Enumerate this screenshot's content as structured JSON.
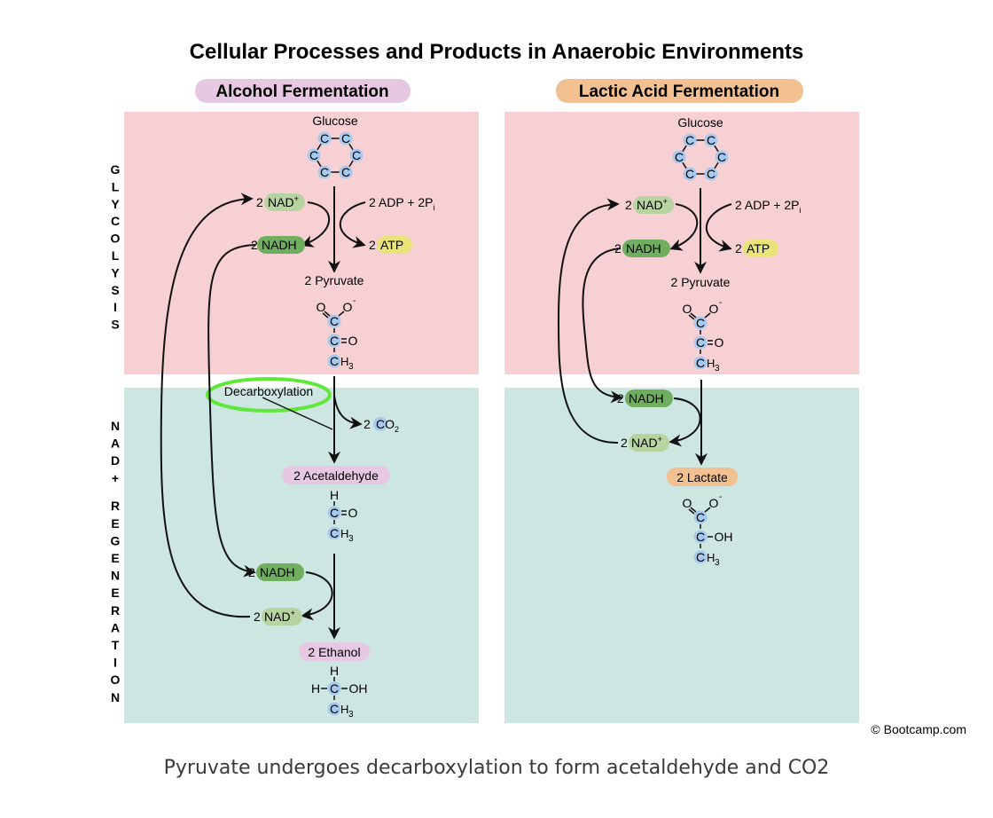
{
  "title": "Cellular Processes and Products in Anaerobic Environments",
  "caption": "Pyruvate undergoes decarboxylation to form acetaldehyde and CO2",
  "copyright": "© Bootcamp.com",
  "colors": {
    "glycolysis_bg": "#f6d0d3",
    "regeneration_bg": "#cde6e1",
    "carbon": "#a8c9ef",
    "nad_plus": "#b7d3a0",
    "nadh": "#6fae5f",
    "atp": "#e8e47a",
    "pink_label": "#e6c8e2",
    "orange_label": "#f3c191",
    "highlight_ring": "#5fe83a"
  },
  "side_labels": {
    "glycolysis": "GLYCOLYSIS",
    "regeneration": "NAD+ REGENERATION"
  },
  "alcohol": {
    "header": "Alcohol Fermentation",
    "glucose": "Glucose",
    "nad_count": "2",
    "nad_label": "NAD",
    "nadh_count": "2",
    "nadh_label": "NADH",
    "adp": "2 ADP + 2P",
    "adp_sub": "i",
    "atp_count": "2",
    "atp_label": "ATP",
    "pyruvate": "2 Pyruvate",
    "decarboxylation": "Decarboxylation",
    "co2_count": "2",
    "co2_label": "CO",
    "co2_sub": "2",
    "acetaldehyde": "2 Acetaldehyde",
    "nadh2_count": "2",
    "nadh2_label": "NADH",
    "nad2_count": "2",
    "nad2_label": "NAD",
    "ethanol": "2 Ethanol"
  },
  "lactic": {
    "header": "Lactic Acid Fermentation",
    "glucose": "Glucose",
    "nad_count": "2",
    "nad_label": "NAD",
    "nadh_count": "2",
    "nadh_label": "NADH",
    "adp": "2 ADP + 2P",
    "adp_sub": "i",
    "atp_count": "2",
    "atp_label": "ATP",
    "pyruvate": "2 Pyruvate",
    "nadh2_count": "2",
    "nadh2_label": "NADH",
    "nad2_count": "2",
    "nad2_label": "NAD",
    "lactate": "2 Lactate"
  },
  "chem": {
    "C": "C",
    "O": "O",
    "H": "H",
    "OH": "OH",
    "HC": "H",
    "minus": "-",
    "plus": "+",
    "three": "3"
  }
}
